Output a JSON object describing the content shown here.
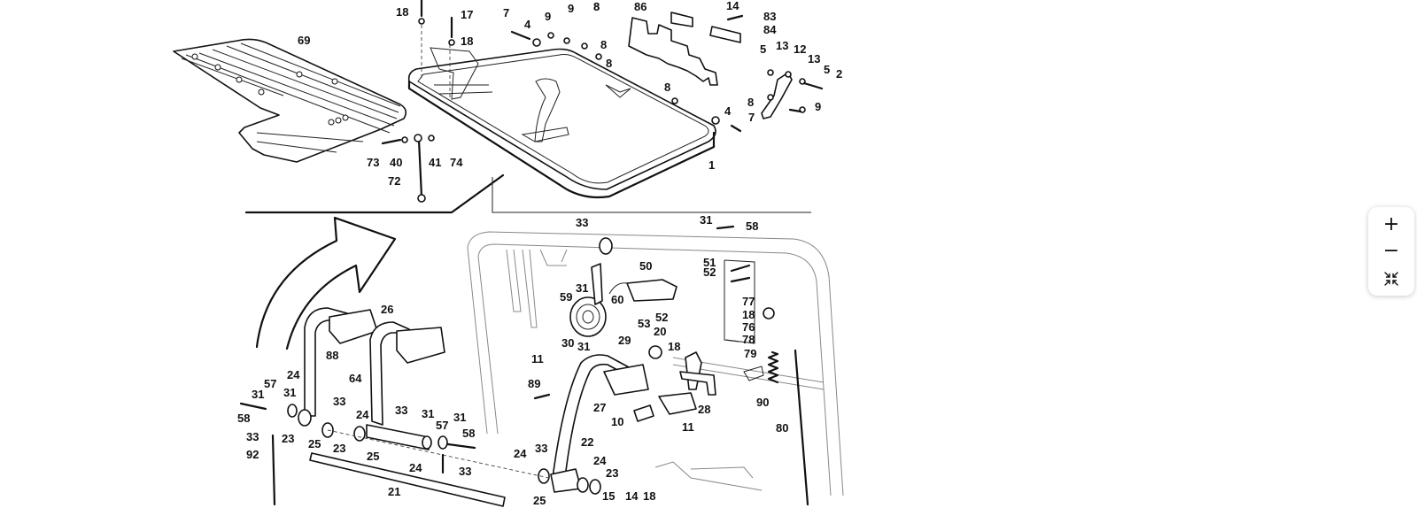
{
  "viewer": {
    "title": "Exploded parts diagram",
    "controls": {
      "zoom_in": {
        "icon": "plus-icon",
        "glyph": "+"
      },
      "zoom_out": {
        "icon": "minus-icon",
        "glyph": "−"
      },
      "fit": {
        "icon": "collapse-arrows-icon"
      }
    }
  },
  "diagram": {
    "colors": {
      "line": "#111111",
      "background": "#ffffff",
      "faint_frame": "#888888"
    },
    "callouts": [
      {
        "id": "c1",
        "text": "18"
      },
      {
        "id": "c2",
        "text": "17"
      },
      {
        "id": "c3",
        "text": "18"
      },
      {
        "id": "c4",
        "text": "69"
      },
      {
        "id": "c5",
        "text": "7"
      },
      {
        "id": "c6",
        "text": "4"
      },
      {
        "id": "c7",
        "text": "9"
      },
      {
        "id": "c8",
        "text": "8"
      },
      {
        "id": "c9",
        "text": "8"
      },
      {
        "id": "c10",
        "text": "8"
      },
      {
        "id": "c11",
        "text": "86"
      },
      {
        "id": "c12",
        "text": "14"
      },
      {
        "id": "c13",
        "text": "83"
      },
      {
        "id": "c14",
        "text": "84"
      },
      {
        "id": "c15",
        "text": "5"
      },
      {
        "id": "c16",
        "text": "13"
      },
      {
        "id": "c17",
        "text": "12"
      },
      {
        "id": "c18",
        "text": "13"
      },
      {
        "id": "c19",
        "text": "5"
      },
      {
        "id": "c20",
        "text": "2"
      },
      {
        "id": "c21",
        "text": "8"
      },
      {
        "id": "c22",
        "text": "9"
      },
      {
        "id": "c23",
        "text": "8"
      },
      {
        "id": "c24",
        "text": "4"
      },
      {
        "id": "c25",
        "text": "7"
      },
      {
        "id": "c26",
        "text": "1"
      },
      {
        "id": "c27",
        "text": "73"
      },
      {
        "id": "c28",
        "text": "40"
      },
      {
        "id": "c29",
        "text": "41"
      },
      {
        "id": "c30",
        "text": "74"
      },
      {
        "id": "c31",
        "text": "72"
      },
      {
        "id": "c32",
        "text": "33"
      },
      {
        "id": "c33",
        "text": "31"
      },
      {
        "id": "c34",
        "text": "58"
      },
      {
        "id": "c35",
        "text": "50"
      },
      {
        "id": "c36",
        "text": "51"
      },
      {
        "id": "c37",
        "text": "52"
      },
      {
        "id": "c38",
        "text": "31"
      },
      {
        "id": "c39",
        "text": "59"
      },
      {
        "id": "c40",
        "text": "60"
      },
      {
        "id": "c41",
        "text": "52"
      },
      {
        "id": "c42",
        "text": "53"
      },
      {
        "id": "c43",
        "text": "77"
      },
      {
        "id": "c44",
        "text": "18"
      },
      {
        "id": "c45",
        "text": "76"
      },
      {
        "id": "c46",
        "text": "78"
      },
      {
        "id": "c47",
        "text": "79"
      },
      {
        "id": "c48",
        "text": "26"
      },
      {
        "id": "c49",
        "text": "88"
      },
      {
        "id": "c50",
        "text": "64"
      },
      {
        "id": "c51",
        "text": "30"
      },
      {
        "id": "c52",
        "text": "31"
      },
      {
        "id": "c53",
        "text": "29"
      },
      {
        "id": "c54",
        "text": "20"
      },
      {
        "id": "c55",
        "text": "18"
      },
      {
        "id": "c56",
        "text": "11"
      },
      {
        "id": "c57",
        "text": "89"
      },
      {
        "id": "c58",
        "text": "27"
      },
      {
        "id": "c59",
        "text": "28"
      },
      {
        "id": "c60",
        "text": "90"
      },
      {
        "id": "c61",
        "text": "10"
      },
      {
        "id": "c62",
        "text": "11"
      },
      {
        "id": "c63",
        "text": "80"
      },
      {
        "id": "c64",
        "text": "24"
      },
      {
        "id": "c65",
        "text": "57"
      },
      {
        "id": "c66",
        "text": "31"
      },
      {
        "id": "c67",
        "text": "31"
      },
      {
        "id": "c68",
        "text": "58"
      },
      {
        "id": "c69",
        "text": "33"
      },
      {
        "id": "c70",
        "text": "33"
      },
      {
        "id": "c71",
        "text": "23"
      },
      {
        "id": "c72",
        "text": "25"
      },
      {
        "id": "c73",
        "text": "92"
      },
      {
        "id": "c74",
        "text": "24"
      },
      {
        "id": "c75",
        "text": "33"
      },
      {
        "id": "c76",
        "text": "31"
      },
      {
        "id": "c77",
        "text": "31"
      },
      {
        "id": "c78",
        "text": "57"
      },
      {
        "id": "c79",
        "text": "58"
      },
      {
        "id": "c80",
        "text": "23"
      },
      {
        "id": "c81",
        "text": "25"
      },
      {
        "id": "c82",
        "text": "24"
      },
      {
        "id": "c83",
        "text": "33"
      },
      {
        "id": "c84",
        "text": "22"
      },
      {
        "id": "c85",
        "text": "24"
      },
      {
        "id": "c86",
        "text": "33"
      },
      {
        "id": "c87",
        "text": "24"
      },
      {
        "id": "c88",
        "text": "23"
      },
      {
        "id": "c89",
        "text": "21"
      },
      {
        "id": "c90",
        "text": "25"
      },
      {
        "id": "c91",
        "text": "15"
      },
      {
        "id": "c92",
        "text": "14"
      },
      {
        "id": "c93",
        "text": "18"
      },
      {
        "id": "c94",
        "text": "8"
      },
      {
        "id": "c95",
        "text": "9"
      },
      {
        "id": "c96",
        "text": "58"
      },
      {
        "id": "c97",
        "text": "31"
      }
    ]
  }
}
